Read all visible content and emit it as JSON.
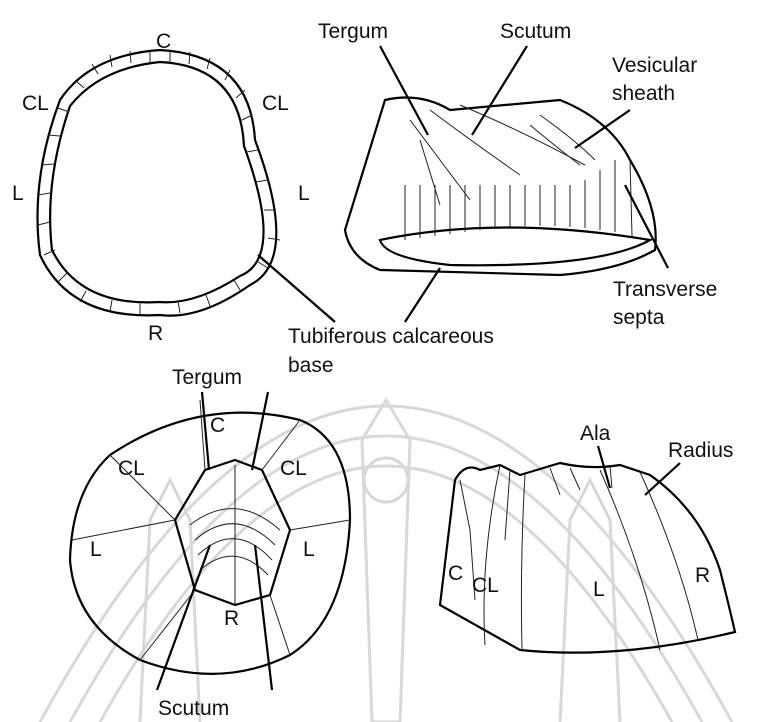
{
  "top_left_outline": {
    "labels": {
      "c": "C",
      "cl_left": "CL",
      "cl_right": "CL",
      "l_left": "L",
      "l_right": "L",
      "r": "R"
    }
  },
  "top_right_cutaway": {
    "labels": {
      "tergum": "Tergum",
      "scutum": "Scutum",
      "vesicular_1": "Vesicular",
      "vesicular_2": "sheath",
      "transverse_1": "Transverse",
      "transverse_2": "septa"
    }
  },
  "shared_labels": {
    "tubiferous_1": "Tubiferous calcareous",
    "tubiferous_2": "base"
  },
  "bottom_left_top_view": {
    "labels": {
      "tergum": "Tergum",
      "c": "C",
      "cl_left": "CL",
      "cl_right": "CL",
      "l_left": "L",
      "l_right": "L",
      "r": "R",
      "scutum": "Scutum"
    }
  },
  "bottom_right_side_view": {
    "labels": {
      "ala": "Ala",
      "radius": "Radius",
      "c": "C",
      "cl": "CL",
      "l": "L",
      "r": "R"
    }
  }
}
